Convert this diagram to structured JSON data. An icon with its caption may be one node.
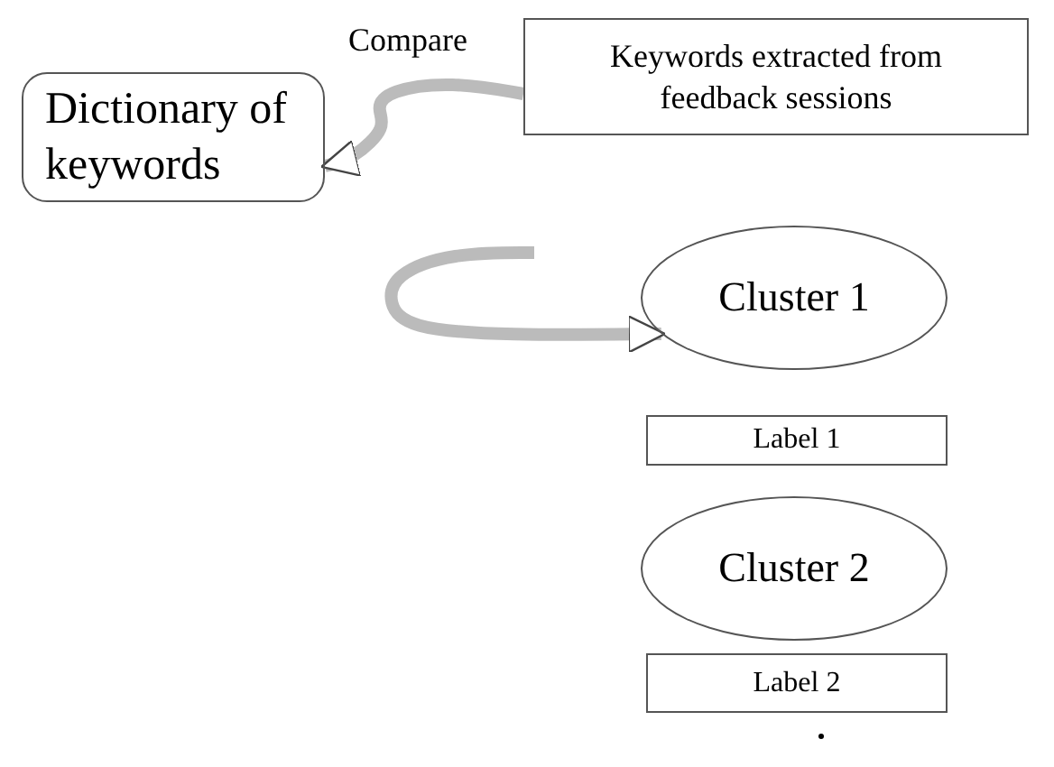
{
  "diagram": {
    "nodes": [
      {
        "text": [
          "Dictionary of keywords"
        ]
      },
      {
        "text": [
          "Keywords extracted from feedback sessions"
        ]
      },
      {
        "text": [
          "Cluster 1"
        ]
      },
      {
        "text": [
          "Label 1"
        ]
      },
      {
        "text": [
          "Cluster 2"
        ]
      },
      {
        "text": [
          "Label 2"
        ]
      }
    ],
    "edges": [
      {
        "from": 1,
        "to": 0,
        "arrow": "to",
        "label": "Compare"
      },
      {
        "from": null,
        "to": 2,
        "arrow": "to"
      }
    ]
  }
}
